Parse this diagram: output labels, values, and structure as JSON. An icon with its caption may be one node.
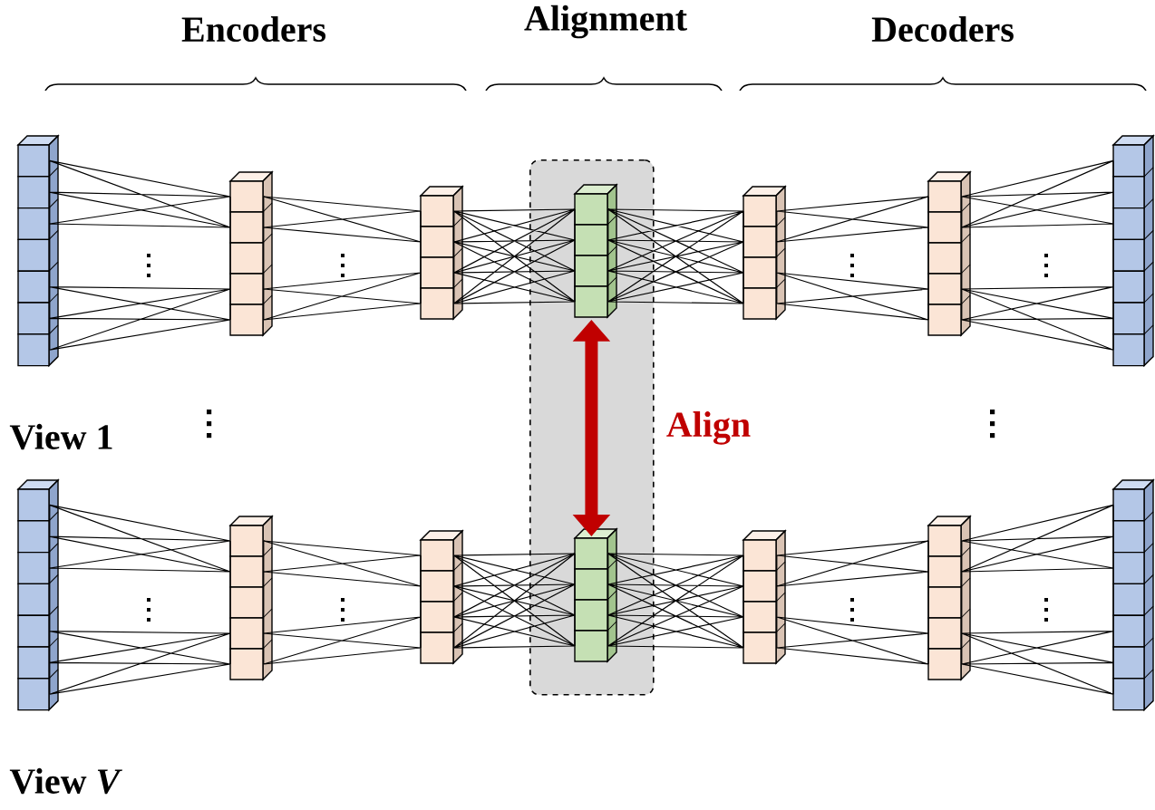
{
  "diagram": {
    "nodes": [
      {
        "text": [],
        "shape": "box"
      },
      {
        "text": [],
        "shape": "bar"
      },
      {
        "text": [],
        "shape": "bar"
      },
      {
        "text": [],
        "shape": "bar"
      },
      {
        "text": [],
        "shape": "bar",
        "in": 0
      },
      {
        "text": [],
        "shape": "bar"
      },
      {
        "text": [],
        "shape": "bar"
      },
      {
        "text": [],
        "shape": "bar"
      },
      {
        "text": [],
        "shape": "bar"
      },
      {
        "text": [],
        "shape": "bar"
      },
      {
        "text": [],
        "shape": "bar"
      },
      {
        "text": [],
        "shape": "bar",
        "in": 0
      },
      {
        "text": [],
        "shape": "bar"
      },
      {
        "text": [],
        "shape": "bar"
      },
      {
        "text": [],
        "shape": "bar"
      }
    ],
    "edges": [
      {
        "from": 1,
        "to": 2,
        "arrow": "none"
      },
      {
        "from": 2,
        "to": 3,
        "arrow": "none"
      },
      {
        "from": 3,
        "to": 4,
        "arrow": "none"
      },
      {
        "from": 4,
        "to": 5,
        "arrow": "none"
      },
      {
        "from": 5,
        "to": 6,
        "arrow": "none"
      },
      {
        "from": 6,
        "to": 7,
        "arrow": "none"
      },
      {
        "from": 8,
        "to": 9,
        "arrow": "none"
      },
      {
        "from": 9,
        "to": 10,
        "arrow": "none"
      },
      {
        "from": 10,
        "to": 11,
        "arrow": "none"
      },
      {
        "from": 11,
        "to": 12,
        "arrow": "none"
      },
      {
        "from": 12,
        "to": 13,
        "arrow": "none"
      },
      {
        "from": 13,
        "to": 14,
        "arrow": "none"
      },
      {
        "from": 4,
        "to": 11,
        "arrow": "both",
        "label": "Align",
        "style": "thick",
        "color": "#c00000"
      }
    ],
    "labels": [
      "Encoders",
      "Alignment",
      "Decoders",
      "View 1",
      "View *V*"
    ]
  }
}
